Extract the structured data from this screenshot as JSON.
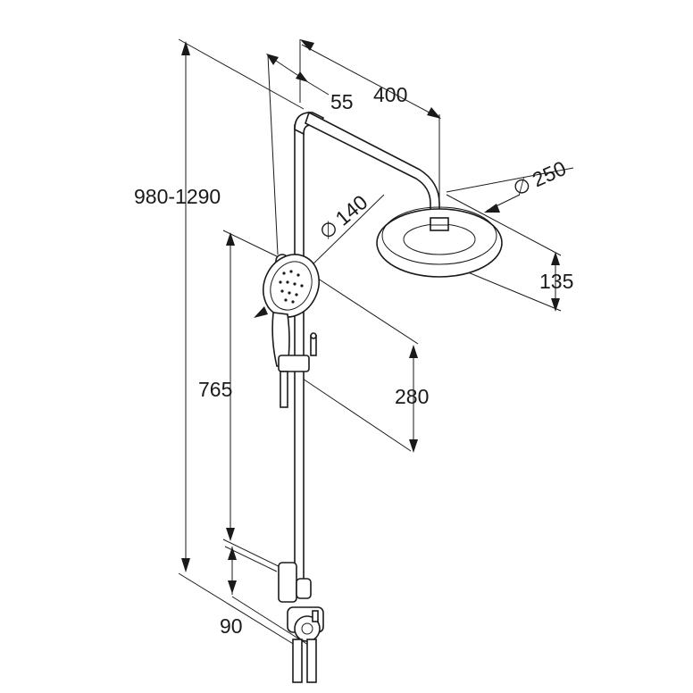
{
  "dimensions": {
    "total_height": "980-1290",
    "arm_length": "400",
    "column_offset": "55",
    "overhead_diameter_symbol": "∅",
    "overhead_diameter": "250",
    "overhead_height": "135",
    "hand_diameter_symbol": "∅",
    "hand_diameter": "140",
    "slide_height": "765",
    "slide_range": "280",
    "mixer_offset": "90"
  }
}
